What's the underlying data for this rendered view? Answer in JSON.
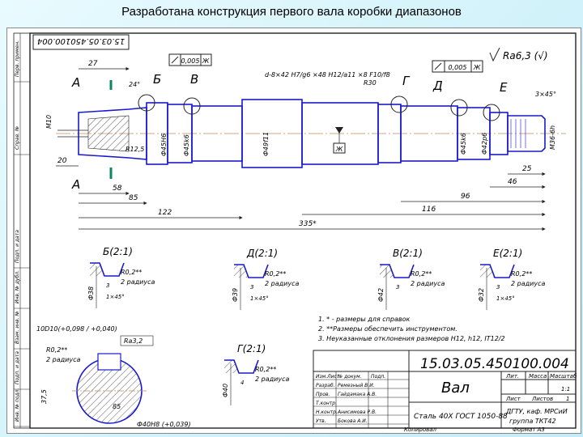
{
  "slide": {
    "title": "Разработана конструкция  первого вала  коробки диапазонов"
  },
  "drawing": {
    "number_rotated": "15.03.05.450100.004",
    "roughness_general": "Ra6,3 (√)",
    "tolerance_1": "0,005",
    "tolerance_2": "0,005",
    "spline_designation": "d-8×42 H7/g6 ×48 H12/a11 ×8 F10/f8",
    "radius_R30": "R30",
    "chamfer_right": "3×45°",
    "section_letters": [
      "А",
      "Б",
      "В",
      "Г",
      "Д",
      "Е",
      "А"
    ],
    "diameter_labels": [
      "Ф45H6",
      "Ф45k6",
      "Ф49f11",
      "Ф45k6",
      "Ф42p6",
      "М36-6h"
    ],
    "left_labels": [
      "М10",
      "R12,5",
      "24°"
    ],
    "dimensions": [
      "27",
      "20",
      "58",
      "85",
      "122",
      "335*",
      "116",
      "96",
      "46",
      "25"
    ],
    "details": [
      {
        "title": "Б(2:1)",
        "dia": "Ф38",
        "r": "R0,2**",
        "note": "2 радиуса",
        "ch": "1×45°",
        "w": "3"
      },
      {
        "title": "Д(2:1)",
        "dia": "Ф39",
        "r": "R0,2**",
        "note": "2 радиуса",
        "ch": "1×45°",
        "w": "3"
      },
      {
        "title": "В(2:1)",
        "dia": "Ф42",
        "r": "R0,2**",
        "note": "2 радиуса",
        "w": "3"
      },
      {
        "title": "Е(2:1)",
        "dia": "Ф32",
        "r": "R0,2**",
        "note": "2 радиуса",
        "ch": "1×45°",
        "w": "3"
      },
      {
        "title": "Г(2:1)",
        "dia": "Ф40",
        "r": "R0,2**",
        "note": "2 радиуса",
        "w": "4"
      }
    ],
    "section_a": {
      "top": "10D10(+0,098 / +0,040)",
      "r1": "R0,2**",
      "r2": "2 радиуса",
      "ra": "Ra3,2",
      "dia": "Ф40H8 (+0,039)",
      "dim_left": "37,5",
      "dim_right": "85"
    },
    "notes": [
      "1. * - размеры для справок",
      "2. **Размеры обеспечить инструментом.",
      "3. Неуказанные отклонения размеров H12, h12, IT12/2"
    ]
  },
  "title_block": {
    "number": "15.03.05.450100.004",
    "name": "Вал",
    "material": "Сталь 40Х ГОСТ 1050-88",
    "org": "ДГТУ, каф. МРСиИ",
    "group": "группа ТКТ42",
    "col_lit": "Лит.",
    "col_mass": "Масса",
    "col_scale": "Масштаб",
    "scale": "1:1",
    "sheet_label": "Лист",
    "sheets_label": "Листов",
    "sheets": "1",
    "rows": [
      {
        "role": "Изм.Лист",
        "name": "№ докум.",
        "sign": "Подп."
      },
      {
        "role": "Разраб.",
        "name": "Ремезный В.И.",
        "sign": ""
      },
      {
        "role": "Пров.",
        "name": "Гайдамака А.В.",
        "sign": ""
      },
      {
        "role": "Т.контр.",
        "name": "",
        "sign": ""
      },
      {
        "role": "Н.контр.",
        "name": "Анисимова Р.В.",
        "sign": ""
      },
      {
        "role": "Утв.",
        "name": "Бокова А.И.",
        "sign": ""
      }
    ],
    "copied": "Копировал",
    "format": "Формат  А3"
  },
  "left_strip": [
    "Перв. примен.",
    "Справ. №",
    "Подп. и дата",
    "Инв. № дубл.",
    "Взам. инв. №",
    "Подп. и дата",
    "Инв. № подл."
  ],
  "colors": {
    "outline": "#1a1acc",
    "dim": "#222",
    "hatch": "#333",
    "axis": "#c08a5a"
  }
}
